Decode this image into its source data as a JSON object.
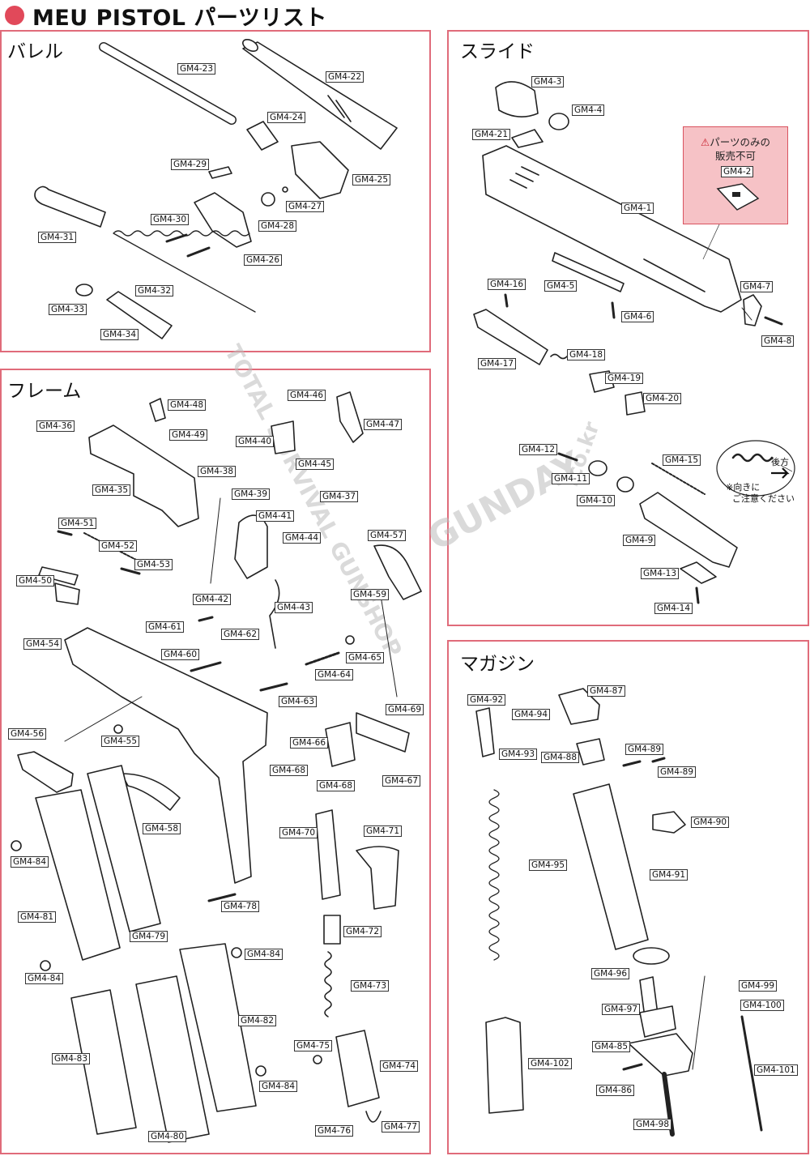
{
  "title": "MEU PISTOL パーツリスト",
  "colors": {
    "accent": "#e1495a",
    "border": "#e06b7a",
    "warning_fill": "#f6c2c6"
  },
  "sections": {
    "barrel": "バレル",
    "slide": "スライド",
    "frame": "フレーム",
    "magazine": "マガジン"
  },
  "warning": {
    "line1": "パーツのみの",
    "line2": "販売不可",
    "part": "GM4-2",
    "icon": "warning-triangle-icon"
  },
  "notes": {
    "direction": "後方",
    "orientation_line1": "※向きに",
    "orientation_line2": "ご注意ください"
  },
  "watermark": {
    "line1": "TOTAL SURVIVAL GUNSHOP",
    "line2": "GUNDAY",
    "line3": ".co.kr"
  },
  "parts": {
    "p1": "GM4-1",
    "p3": "GM4-3",
    "p4": "GM4-4",
    "p5": "GM4-5",
    "p6": "GM4-6",
    "p7": "GM4-7",
    "p8": "GM4-8",
    "p9": "GM4-9",
    "p10": "GM4-10",
    "p11": "GM4-11",
    "p12": "GM4-12",
    "p13": "GM4-13",
    "p14": "GM4-14",
    "p15": "GM4-15",
    "p16": "GM4-16",
    "p17": "GM4-17",
    "p18": "GM4-18",
    "p19": "GM4-19",
    "p20": "GM4-20",
    "p21": "GM4-21",
    "p22": "GM4-22",
    "p23": "GM4-23",
    "p24": "GM4-24",
    "p25": "GM4-25",
    "p26": "GM4-26",
    "p27": "GM4-27",
    "p28": "GM4-28",
    "p29": "GM4-29",
    "p30": "GM4-30",
    "p31": "GM4-31",
    "p32": "GM4-32",
    "p33": "GM4-33",
    "p34": "GM4-34",
    "p35": "GM4-35",
    "p36": "GM4-36",
    "p37": "GM4-37",
    "p38": "GM4-38",
    "p39": "GM4-39",
    "p40": "GM4-40",
    "p41": "GM4-41",
    "p42": "GM4-42",
    "p43": "GM4-43",
    "p44": "GM4-44",
    "p45": "GM4-45",
    "p46": "GM4-46",
    "p47": "GM4-47",
    "p48": "GM4-48",
    "p49": "GM4-49",
    "p50": "GM4-50",
    "p51": "GM4-51",
    "p52": "GM4-52",
    "p53": "GM4-53",
    "p54": "GM4-54",
    "p55": "GM4-55",
    "p56": "GM4-56",
    "p57": "GM4-57",
    "p58": "GM4-58",
    "p59": "GM4-59",
    "p60": "GM4-60",
    "p61": "GM4-61",
    "p62": "GM4-62",
    "p63": "GM4-63",
    "p64": "GM4-64",
    "p65": "GM4-65",
    "p66": "GM4-66",
    "p67": "GM4-67",
    "p68a": "GM4-68",
    "p68b": "GM4-68",
    "p69": "GM4-69",
    "p70": "GM4-70",
    "p71": "GM4-71",
    "p72": "GM4-72",
    "p73": "GM4-73",
    "p74": "GM4-74",
    "p75": "GM4-75",
    "p76": "GM4-76",
    "p77": "GM4-77",
    "p78": "GM4-78",
    "p79": "GM4-79",
    "p80": "GM4-80",
    "p81": "GM4-81",
    "p82": "GM4-82",
    "p83": "GM4-83",
    "p84a": "GM4-84",
    "p84b": "GM4-84",
    "p84c": "GM4-84",
    "p84d": "GM4-84",
    "p85": "GM4-85",
    "p86": "GM4-86",
    "p87": "GM4-87",
    "p88": "GM4-88",
    "p89a": "GM4-89",
    "p89b": "GM4-89",
    "p90": "GM4-90",
    "p91": "GM4-91",
    "p92": "GM4-92",
    "p93": "GM4-93",
    "p94": "GM4-94",
    "p95": "GM4-95",
    "p96": "GM4-96",
    "p97": "GM4-97",
    "p98": "GM4-98",
    "p99": "GM4-99",
    "p100": "GM4-100",
    "p101": "GM4-101",
    "p102": "GM4-102"
  }
}
